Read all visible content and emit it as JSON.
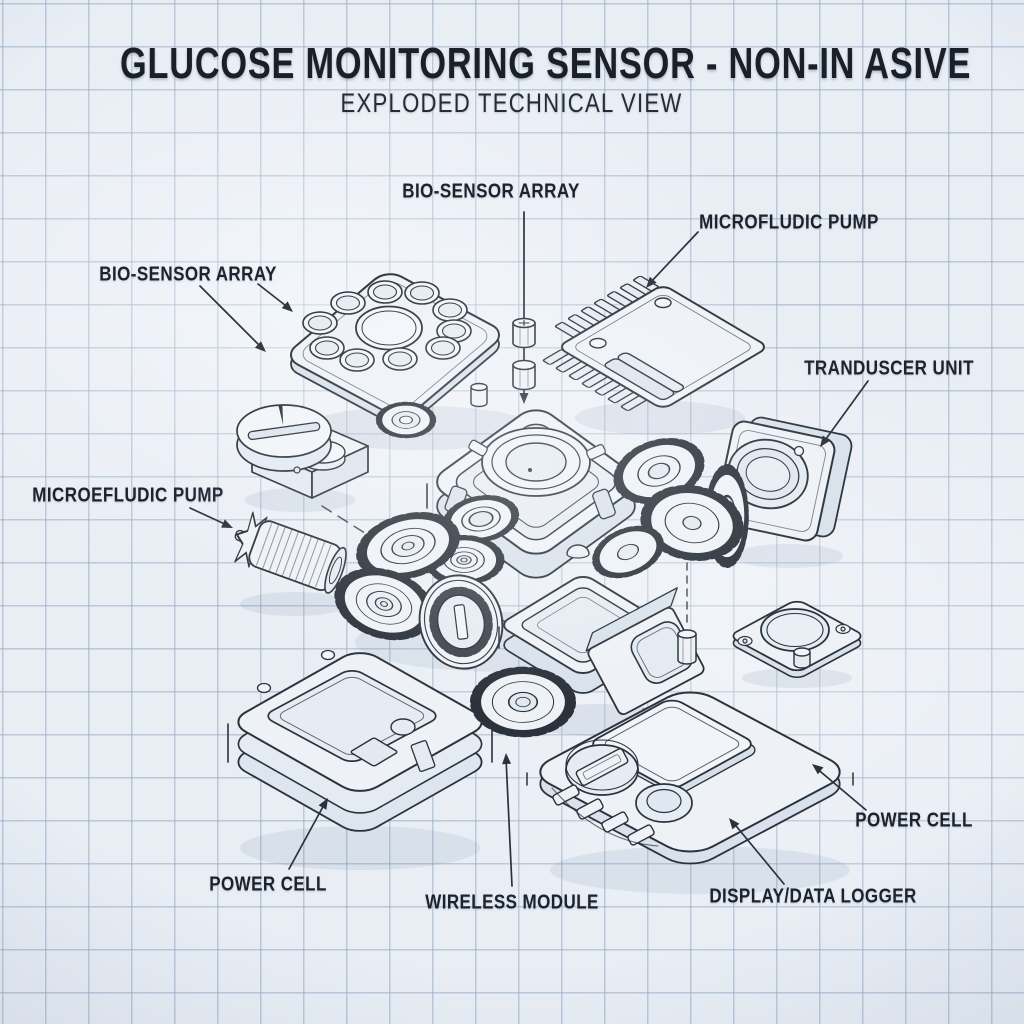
{
  "title": "GLUCOSE MONITORING SENSOR - NON-IN ASIVE",
  "subtitle": "EXPLODED TECHNICAL VIEW",
  "labels": {
    "bio_sensor_array_top": "BIO-SENSOR ARRAY",
    "microfludic_pump_top": "MICROFLUDIC PUMP",
    "transducer_unit": "TRANDUSCER UNIT",
    "bio_sensor_array_left": "BIO-SENSOR ARRAY",
    "microefludic_pump_left": "MICROEFLUDIC PUMP",
    "power_cell_left": "POWER CELL",
    "wireless_module": "WIRELESS MODULE",
    "display_data_logger": "DISPLAY/DATA LOGGER",
    "power_cell_right": "POWER CELL"
  },
  "style": {
    "ink": "#2b323b",
    "paper": "#e9eef5",
    "grid_line": "#92aac7",
    "part_face": "#eef2f7",
    "part_recess": "#e4ebf3",
    "part_side": "#d9e2ec"
  },
  "parts": [
    "bio-sensor-plate",
    "mounting-standoffs",
    "ic-chip",
    "transducer-lens-unit",
    "adjustment-knob-box",
    "pump-rotor",
    "sensor-housing",
    "gear-train",
    "drive-drum",
    "wireless-module-frame",
    "connector-cylinder",
    "cover-plate",
    "power-cell-battery-pack",
    "bottom-gear",
    "display-data-logger-device"
  ]
}
